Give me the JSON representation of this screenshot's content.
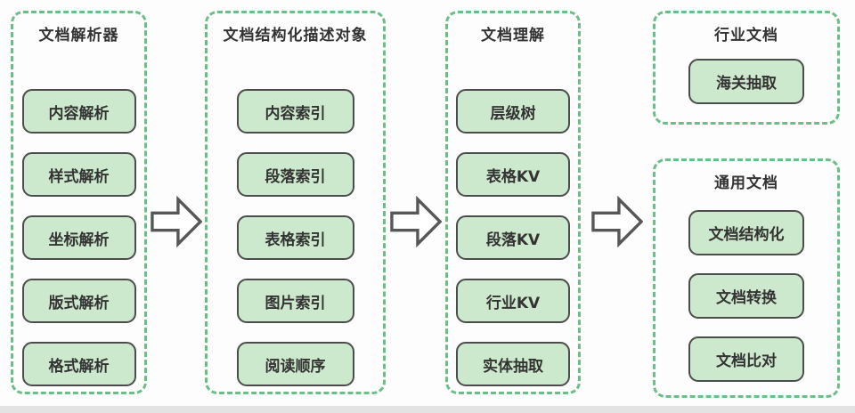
{
  "diagram": {
    "panels": [
      {
        "title": "文档解析器",
        "items": [
          "内容解析",
          "样式解析",
          "坐标解析",
          "版式解析",
          "格式解析"
        ]
      },
      {
        "title": "文档结构化描述对象",
        "items": [
          "内容索引",
          "段落索引",
          "表格索引",
          "图片索引",
          "阅读顺序"
        ]
      },
      {
        "title": "文档理解",
        "items": [
          "层级树",
          "表格KV",
          "段落KV",
          "行业KV",
          "实体抽取"
        ]
      },
      {
        "title": "行业文档",
        "items": [
          "海关抽取"
        ]
      },
      {
        "title": "通用文档",
        "items": [
          "文档结构化",
          "文档转换",
          "文档比对"
        ]
      }
    ],
    "arrows": [
      "right",
      "right",
      "right"
    ],
    "colors": {
      "container_dash_border": "#6cbe88",
      "node_fill": "#cde9cd",
      "node_border": "#4c4c4c",
      "text": "#333333",
      "arrow_fill": "#ffffff",
      "arrow_outline": "#575757",
      "background": "#fdfdfd"
    }
  }
}
